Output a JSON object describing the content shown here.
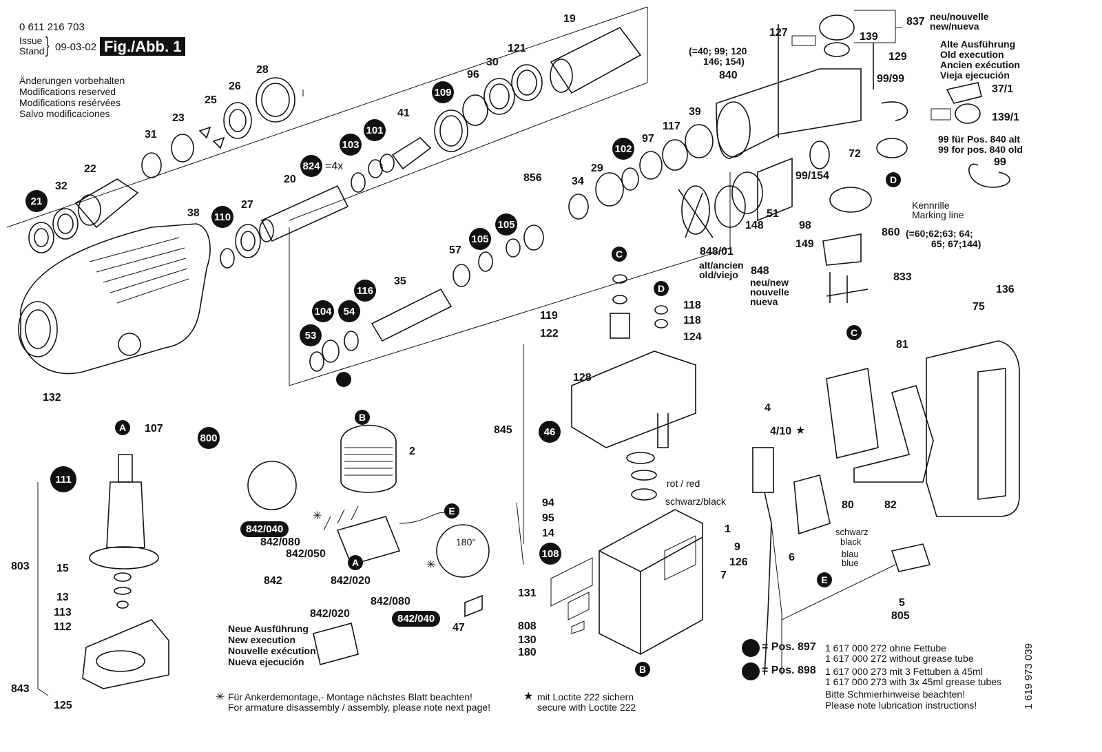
{
  "header": {
    "part_number": "0 611 216 703",
    "issue_label": "Issue",
    "stand_label": "Stand",
    "issue_date": "09-03-02",
    "figure_label": "Fig./Abb. 1",
    "disclaimer": [
      "Änderungen vorbehalten",
      "Modifications reserved",
      "Modifications resérvées",
      "Salvo modificaciones"
    ]
  },
  "part_labels": {
    "p19": "19",
    "p121": "121",
    "p30": "30",
    "p96": "96",
    "p109": "109",
    "p41": "41",
    "p101": "101",
    "p103": "103",
    "p824": "824",
    "eq4x": "=4x",
    "p20": "20",
    "p28": "28",
    "p26": "26",
    "p25": "25",
    "p23": "23",
    "p31": "31",
    "p22": "22",
    "p32": "32",
    "p21": "21",
    "p38": "38",
    "p110": "110",
    "p27": "27",
    "p132": "132",
    "p107": "107",
    "p800": "800",
    "p856": "856",
    "p34": "34",
    "p29": "29",
    "p102": "102",
    "p97": "97",
    "p117": "117",
    "p39": "39",
    "p105a": "105",
    "p105b": "105",
    "p57": "57",
    "p35": "35",
    "p116": "116",
    "p104": "104",
    "p54": "54",
    "p53": "53",
    "p127": "127",
    "p840": "840",
    "p840_eq": "(=40; 99; 120",
    "p840_eq2": "146; 154)",
    "p837": "837",
    "p139": "139",
    "p129": "129",
    "p99_99": "99/99",
    "p99_154": "99/154",
    "p72": "72",
    "p51": "51",
    "p148": "148",
    "p848_01": "848/01",
    "p848": "848",
    "p98": "98",
    "p149": "149",
    "p860": "860",
    "p860_eq": "(=60;62;63; 64;",
    "p860_eq2": "65; 67;144)",
    "p833": "833",
    "p136": "136",
    "p75": "75",
    "p81": "81",
    "p119": "119",
    "p122": "122",
    "p118a": "118",
    "p118b": "118",
    "p124": "124",
    "p128": "128",
    "p845": "845",
    "p46": "46",
    "p94": "94",
    "p95": "95",
    "p14": "14",
    "p108": "108",
    "p1": "1",
    "p9": "9",
    "p126": "126",
    "p7": "7",
    "p131": "131",
    "p808": "808",
    "p130": "130",
    "p180": "180",
    "p4": "4",
    "p4_10": "4/10",
    "p80": "80",
    "p82": "82",
    "p6": "6",
    "p5": "5",
    "p805": "805",
    "p111": "111",
    "p803": "803",
    "p15": "15",
    "p13": "13",
    "p113": "113",
    "p112": "112",
    "p843": "843",
    "p125": "125",
    "p2": "2",
    "p842_040a": "842/040",
    "p842_080a": "842/080",
    "p842_050": "842/050",
    "p842": "842",
    "p842_020a": "842/020",
    "p842_080b": "842/080",
    "p842_020b": "842/020",
    "p842_040b": "842/040",
    "p47": "47",
    "deg180": "180°"
  },
  "connectors": {
    "A": "A",
    "B": "B",
    "C": "C",
    "D": "D",
    "E": "E"
  },
  "notes": {
    "new_old_837": [
      "neu/nouvelle",
      "new/nueva"
    ],
    "old_execution": [
      "Alte Ausführung",
      "Old execution",
      "Ancien exécution",
      "Vieja ejecución"
    ],
    "old_37_1": "37/1",
    "old_139_1": "139/1",
    "old_99_note": [
      "99 für Pos. 840 alt",
      "99 for pos. 840 old"
    ],
    "old_99": "99",
    "marking_line": [
      "Kennrille",
      "Marking line"
    ],
    "old_848": [
      "alt/ancien",
      "old/viejo"
    ],
    "new_848": [
      "neu/new",
      "nouvelle",
      "nueva"
    ],
    "ring_red": "rot / red",
    "ring_black": "schwarz/black",
    "wire_black": [
      "schwarz",
      "black"
    ],
    "wire_blue": [
      "blau",
      "blue"
    ],
    "new_execution": [
      "Neue Ausführung",
      "New execution",
      "Nouvelle exécution",
      "Nueva ejecución"
    ],
    "star_loctite_mark": "★",
    "asterisk_mark": "✳"
  },
  "footer": {
    "armature_note": [
      "Für Ankerdemontage,- Montage nächstes Blatt beachten!",
      "For armature disassembly / assembly, please note next page!"
    ],
    "loctite_note": [
      "mit Loctite 222 sichern",
      "secure with Loctite 222"
    ],
    "legend": [
      {
        "pos": "= Pos. 897",
        "lines": [
          "1 617 000 272 ohne Fettube",
          "1 617 000 272 without grease tube"
        ]
      },
      {
        "pos": "= Pos. 898",
        "lines": [
          "1 617 000 273 mit 3 Fettuben á 45ml",
          "1 617 000 273 with 3x 45ml grease tubes"
        ]
      }
    ],
    "lubrication": [
      "Bitte Schmierhinweise beachten!",
      "Please note lubrication instructions!"
    ],
    "doc_number": "1 619 973 039"
  }
}
